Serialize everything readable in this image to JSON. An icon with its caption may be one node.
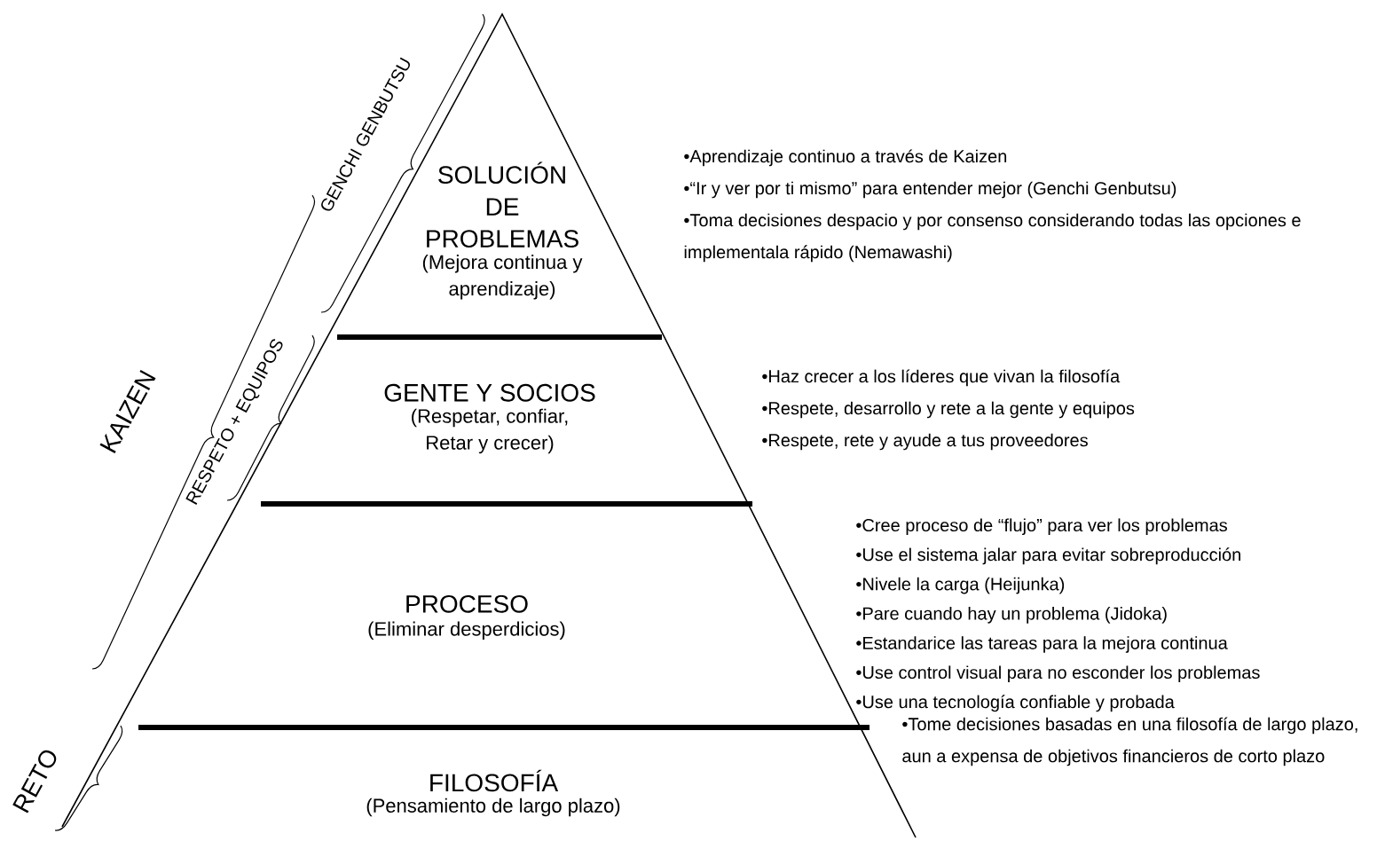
{
  "diagram": {
    "nodes": [
      {
        "text": [],
        "shape": "triangle"
      },
      {
        "text": [
          "SOLUCIÓN DE PROBLEMAS",
          "(Mejora continua y aprendizaje)"
        ],
        "in": 0,
        "beside": [
          "•Aprendizaje continuo a través de Kaizen",
          "•“Ir y ver por ti mismo” para entender mejor (Genchi Genbutsu)",
          "•Toma decisiones despacio y por consenso considerando todas las opciones e implementala rápido (Nemawashi)"
        ]
      },
      {
        "text": [
          "GENTE Y SOCIOS",
          "(Respetar, confiar, Retar y crecer)"
        ],
        "in": 0,
        "beside": [
          "•Haz crecer a los líderes que vivan la filosofía",
          "•Respete, desarrollo y rete a la gente y equipos",
          "•Respete, rete y ayude a tus proveedores"
        ]
      },
      {
        "text": [
          "PROCESO",
          "(Eliminar desperdicios)"
        ],
        "in": 0,
        "beside": [
          "•Cree proceso de “flujo” para ver los problemas",
          "•Use el sistema jalar para evitar sobreproducción",
          "•Nivele la carga (Heijunka)",
          "•Pare cuando hay un problema (Jidoka)",
          "•Estandarice las tareas para la mejora continua",
          "•Use control visual para no esconder los problemas",
          "•Use una tecnología confiable y probada"
        ]
      },
      {
        "text": [
          "FILOSOFÍA",
          "(Pensamiento de largo plazo)"
        ],
        "in": 0
      }
    ],
    "labels": [
      "GENCHI GENBUTSU",
      "RESPETO + EQUIPOS",
      "KAIZEN",
      "RETO",
      "•Tome decisiones basadas en una filosofía de largo plazo, aun a expensa de objetivos financieros de corto plazo"
    ]
  }
}
